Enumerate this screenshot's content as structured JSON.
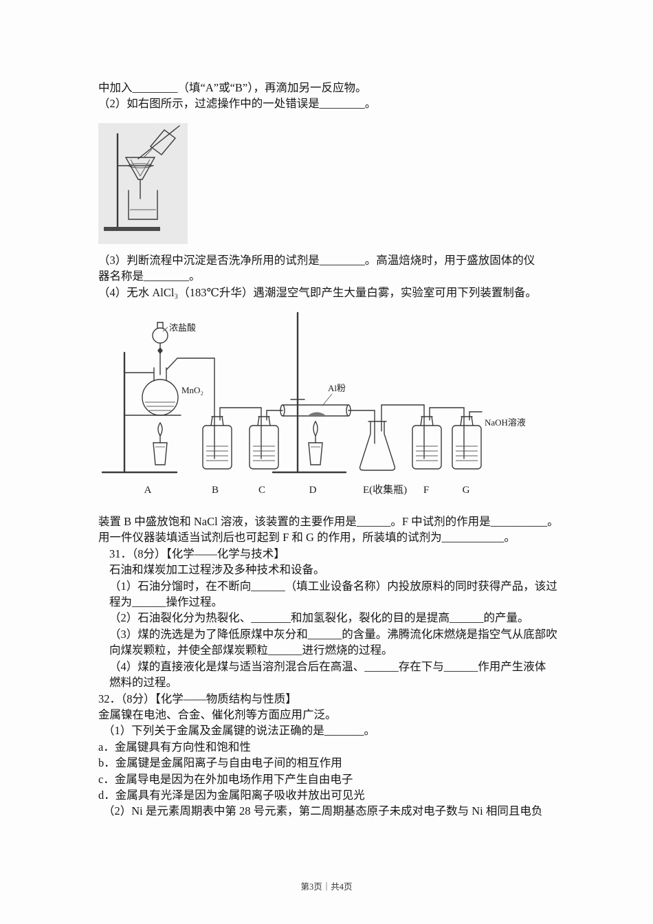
{
  "doc": {
    "lines": [
      {
        "text": "中加入________（填“A”或“B”），再滴加另一反应物。"
      },
      {
        "text": "（2）如右图所示，过滤操作中的一处错误是________。"
      },
      {
        "text": "（3）判断流程中沉淀是否洗净所用的试剂是________。高温焙烧时，用于盛放固体的仪"
      },
      {
        "text": "器名称是________。"
      },
      {
        "text": "（4）无水 AlCl₃（183℃升华）遇潮湿空气即产生大量白雾，实验室可用下列装置制备。"
      },
      {
        "text": "装置 B 中盛放饱和 NaCl 溶液，该装置的主要作用是______。F 中试剂的作用是__________。"
      },
      {
        "text": "用一件仪器装填适当试剂后也可起到 F 和 G 的作用，所装填的试剂为___________。"
      },
      {
        "text": "31．（8分）【化学——化学与技术】"
      },
      {
        "text": "石油和煤炭加工过程涉及多种技术和设备。"
      },
      {
        "text": "（1）石油分馏时，在不断向______（填工业设备名称）内投放原料的同时获得产品，该过"
      },
      {
        "text": "程为______操作过程。"
      },
      {
        "text": "（2）石油裂化分为热裂化、_______和加氢裂化，裂化的目的是提高______的产量。"
      },
      {
        "text": "（3）煤的洗选是为了降低原煤中灰分和______的含量。沸腾流化床燃烧是指空气从底部吹"
      },
      {
        "text": "向煤炭颗粒，并使全部煤炭颗粒______进行燃烧的过程。"
      },
      {
        "text": "（4）煤的直接液化是煤与适当溶剂混合后在高温、______存在下与______作用产生液体"
      },
      {
        "text": "燃料的过程。"
      },
      {
        "text": "32．（8分）【化学——物质结构与性质】"
      },
      {
        "text": "金属镍在电池、合金、催化剂等方面应用广泛。"
      },
      {
        "text": "（1）下列关于金属及金属键的说法正确的是_______。"
      },
      {
        "text": "a．金属键具有方向性和饱和性"
      },
      {
        "text": "b．金属键是金属阳离子与自由电子间的相互作用"
      },
      {
        "text": "c．金属导电是因为在外加电场作用下产生自由电子"
      },
      {
        "text": "d．金属具有光泽是因为金属阳离子吸收并放出可见光"
      },
      {
        "text": "（2）Ni 是元素周期表中第 28 号元素，第二周期基态原子未成对电子数与 Ni 相同且电负"
      }
    ],
    "footer": "第3页｜共4页"
  },
  "apparatus": {
    "labels": {
      "hcl": "浓盐酸",
      "mno2": "MnO₂",
      "al_powder": "Al粉",
      "naoh": "NaOH溶液"
    },
    "letters": [
      "A",
      "B",
      "C",
      "D",
      "E(收集瓶)",
      "F",
      "G"
    ]
  },
  "colors": {
    "page_bg": "#fdfdfd",
    "text": "#151515",
    "figure_bg": "#e9e9e9",
    "stroke": "#3a3a3a"
  }
}
